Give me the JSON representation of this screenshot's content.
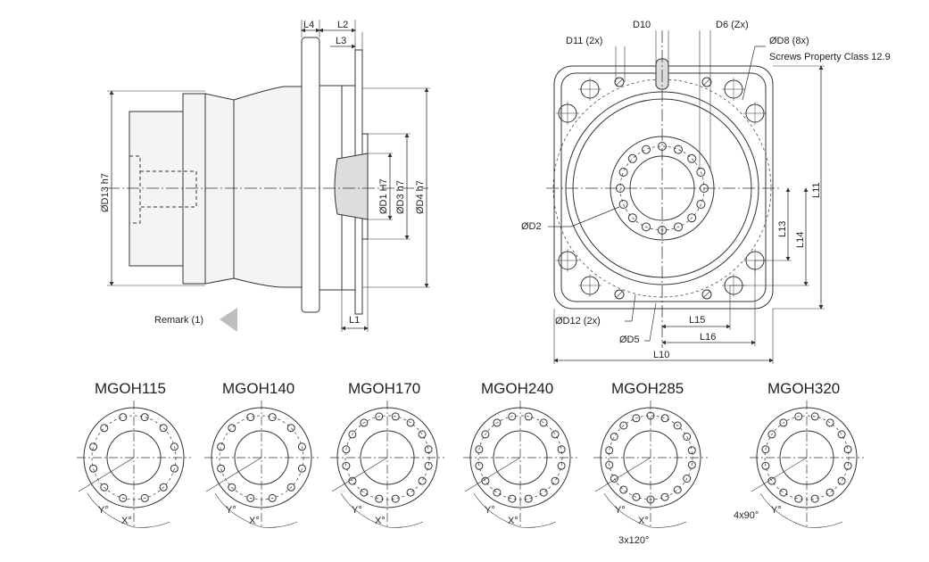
{
  "colors": {
    "line": "#333333",
    "body_fill": "#e8e8e8",
    "pointer": "#bdbdbd"
  },
  "side_view": {
    "dims": {
      "l4": "L4",
      "l2": "L2",
      "l3": "L3",
      "d13": "ØD13 h7",
      "d1": "ØD1 H7",
      "d3": "ØD3 h7",
      "d4": "ØD4 h7",
      "l1": "L1"
    },
    "remark": "Remark (1)"
  },
  "front_view": {
    "dims": {
      "d10": "D10",
      "d6": "D6 (Zx)",
      "d11": "D11 (2x)",
      "d8": "ØD8 (8x)",
      "screws": "Screws Property Class 12.9",
      "d2": "ØD2",
      "l11": "L11",
      "l13": "L13",
      "l14": "L14",
      "d12": "ØD12 (2x)",
      "l15": "L15",
      "d5": "ØD5",
      "l16": "L16",
      "l10": "L10"
    }
  },
  "variants": [
    {
      "model": "MGOH115",
      "holes": 12,
      "y_label": "Y°",
      "x_label": "X°",
      "extra_label": ""
    },
    {
      "model": "MGOH140",
      "holes": 12,
      "y_label": "Y°",
      "x_label": "X°",
      "extra_label": ""
    },
    {
      "model": "MGOH170",
      "holes": 16,
      "y_label": "Y°",
      "x_label": "X°",
      "extra_label": ""
    },
    {
      "model": "MGOH240",
      "holes": 16,
      "y_label": "Y°",
      "x_label": "X°",
      "extra_label": ""
    },
    {
      "model": "MGOH285",
      "holes": 18,
      "y_label": "Y°",
      "x_label": "X°",
      "extra_label": "3x120°"
    },
    {
      "model": "MGOH320",
      "holes": 16,
      "y_label": "Y°",
      "x_label": "",
      "extra_label": "4x90°"
    }
  ]
}
